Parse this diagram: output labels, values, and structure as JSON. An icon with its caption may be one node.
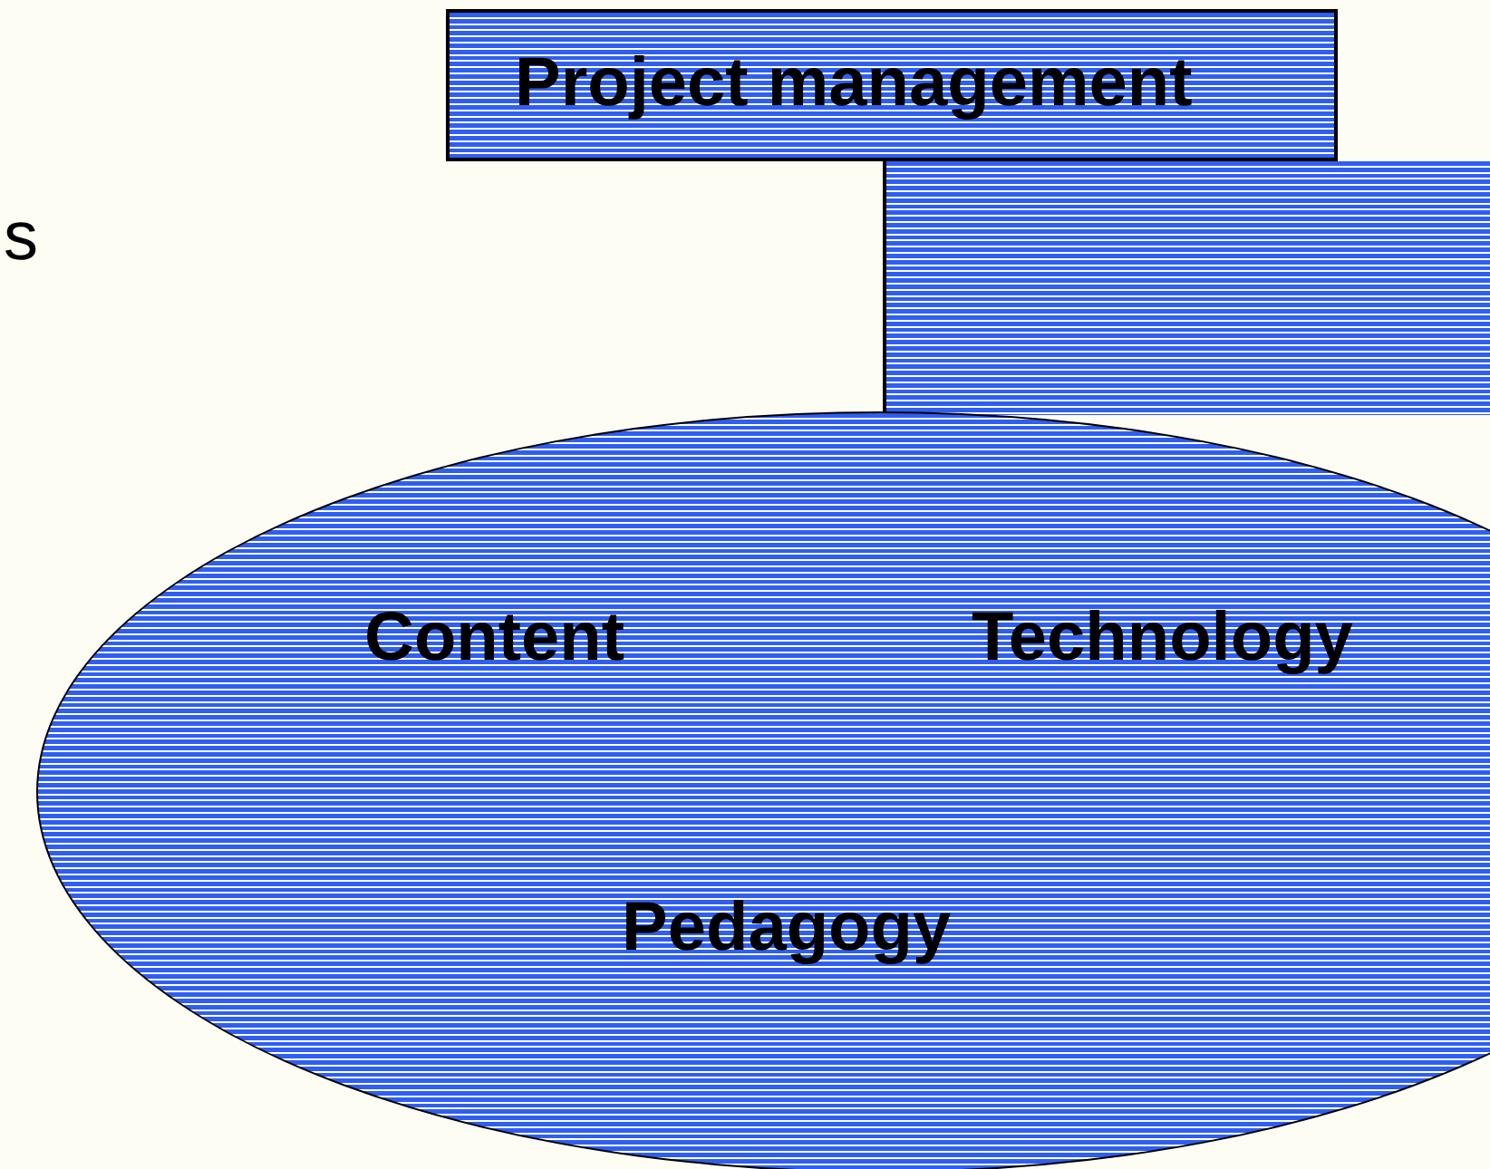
{
  "diagram": {
    "nodes": [
      {
        "text": [
          "Project management"
        ]
      },
      {
        "text": [],
        "shape": "box"
      },
      {
        "text": [
          "Content",
          "Technology",
          "Pedagogy"
        ]
      }
    ],
    "labels": [
      "s"
    ]
  }
}
